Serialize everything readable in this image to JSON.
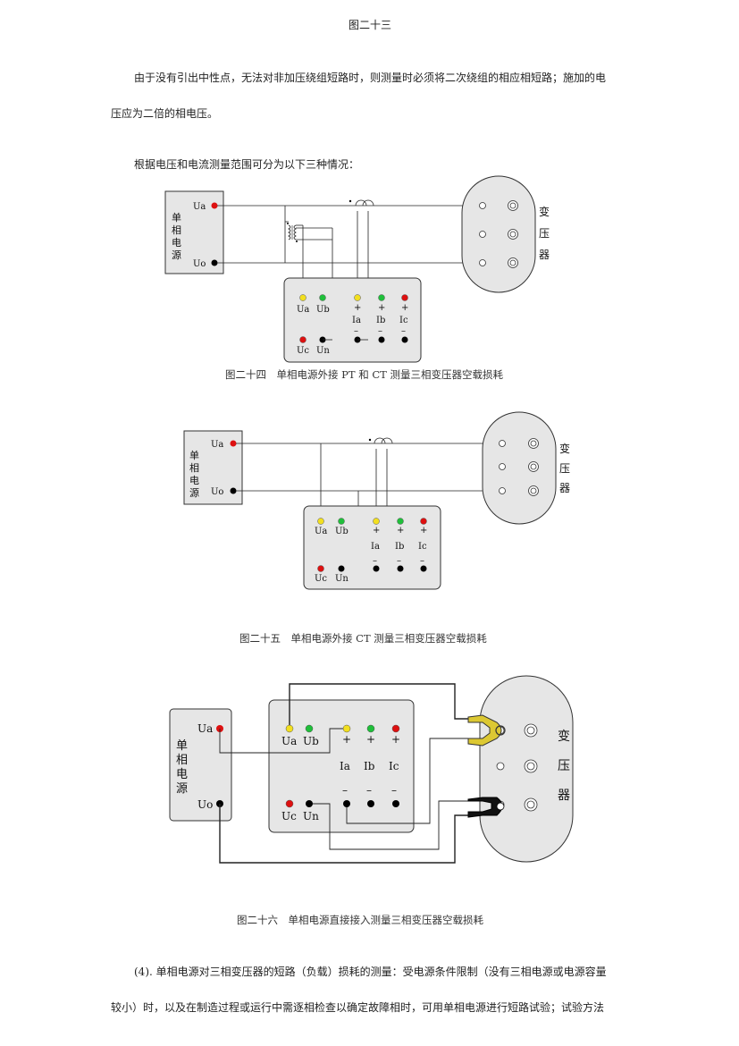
{
  "page_header": "图二十三",
  "paragraph1_line1": "由于没有引出中性点，无法对非加压绕组短路时，则测量时必须将二次绕组的相应相短路；施加的电",
  "paragraph1_line2": "压应为二倍的相电压。",
  "paragraph2": "根据电压和电流测量范围可分为以下三种情况：",
  "source_chars": [
    "单",
    "相",
    "电",
    "源"
  ],
  "transformer_chars": [
    "变",
    "压",
    "器"
  ],
  "terminals": {
    "source_a": "Ua",
    "source_o": "Uo",
    "ua": "Ua",
    "ub": "Ub",
    "uc": "Uc",
    "un": "Un",
    "ia": "Ia",
    "ib": "Ib",
    "ic": "Ic",
    "plus": "+",
    "minus": "–"
  },
  "caption24": "图二十四　单相电源外接 PT 和 CT 测量三相变压器空载损耗",
  "caption25": "图二十五　单相电源外接 CT 测量三相变压器空载损耗",
  "caption26": "图二十六　单相电源直接接入测量三相变压器空载损耗",
  "paragraph3_line1": "(4). 单相电源对三相变压器的短路（负载）损耗的测量：受电源条件限制（没有三相电源或电源容量",
  "paragraph3_line2": "较小）时，以及在制造过程或运行中需逐相检查以确定故障相时，可用单相电源进行短路试验；试验方法",
  "colors": {
    "red": "#dd1010",
    "yellow": "#f2df1f",
    "green": "#1fbf3a",
    "black": "#000000",
    "panel": "#e6e6e6",
    "clamp_yellow": "#dcc832"
  }
}
